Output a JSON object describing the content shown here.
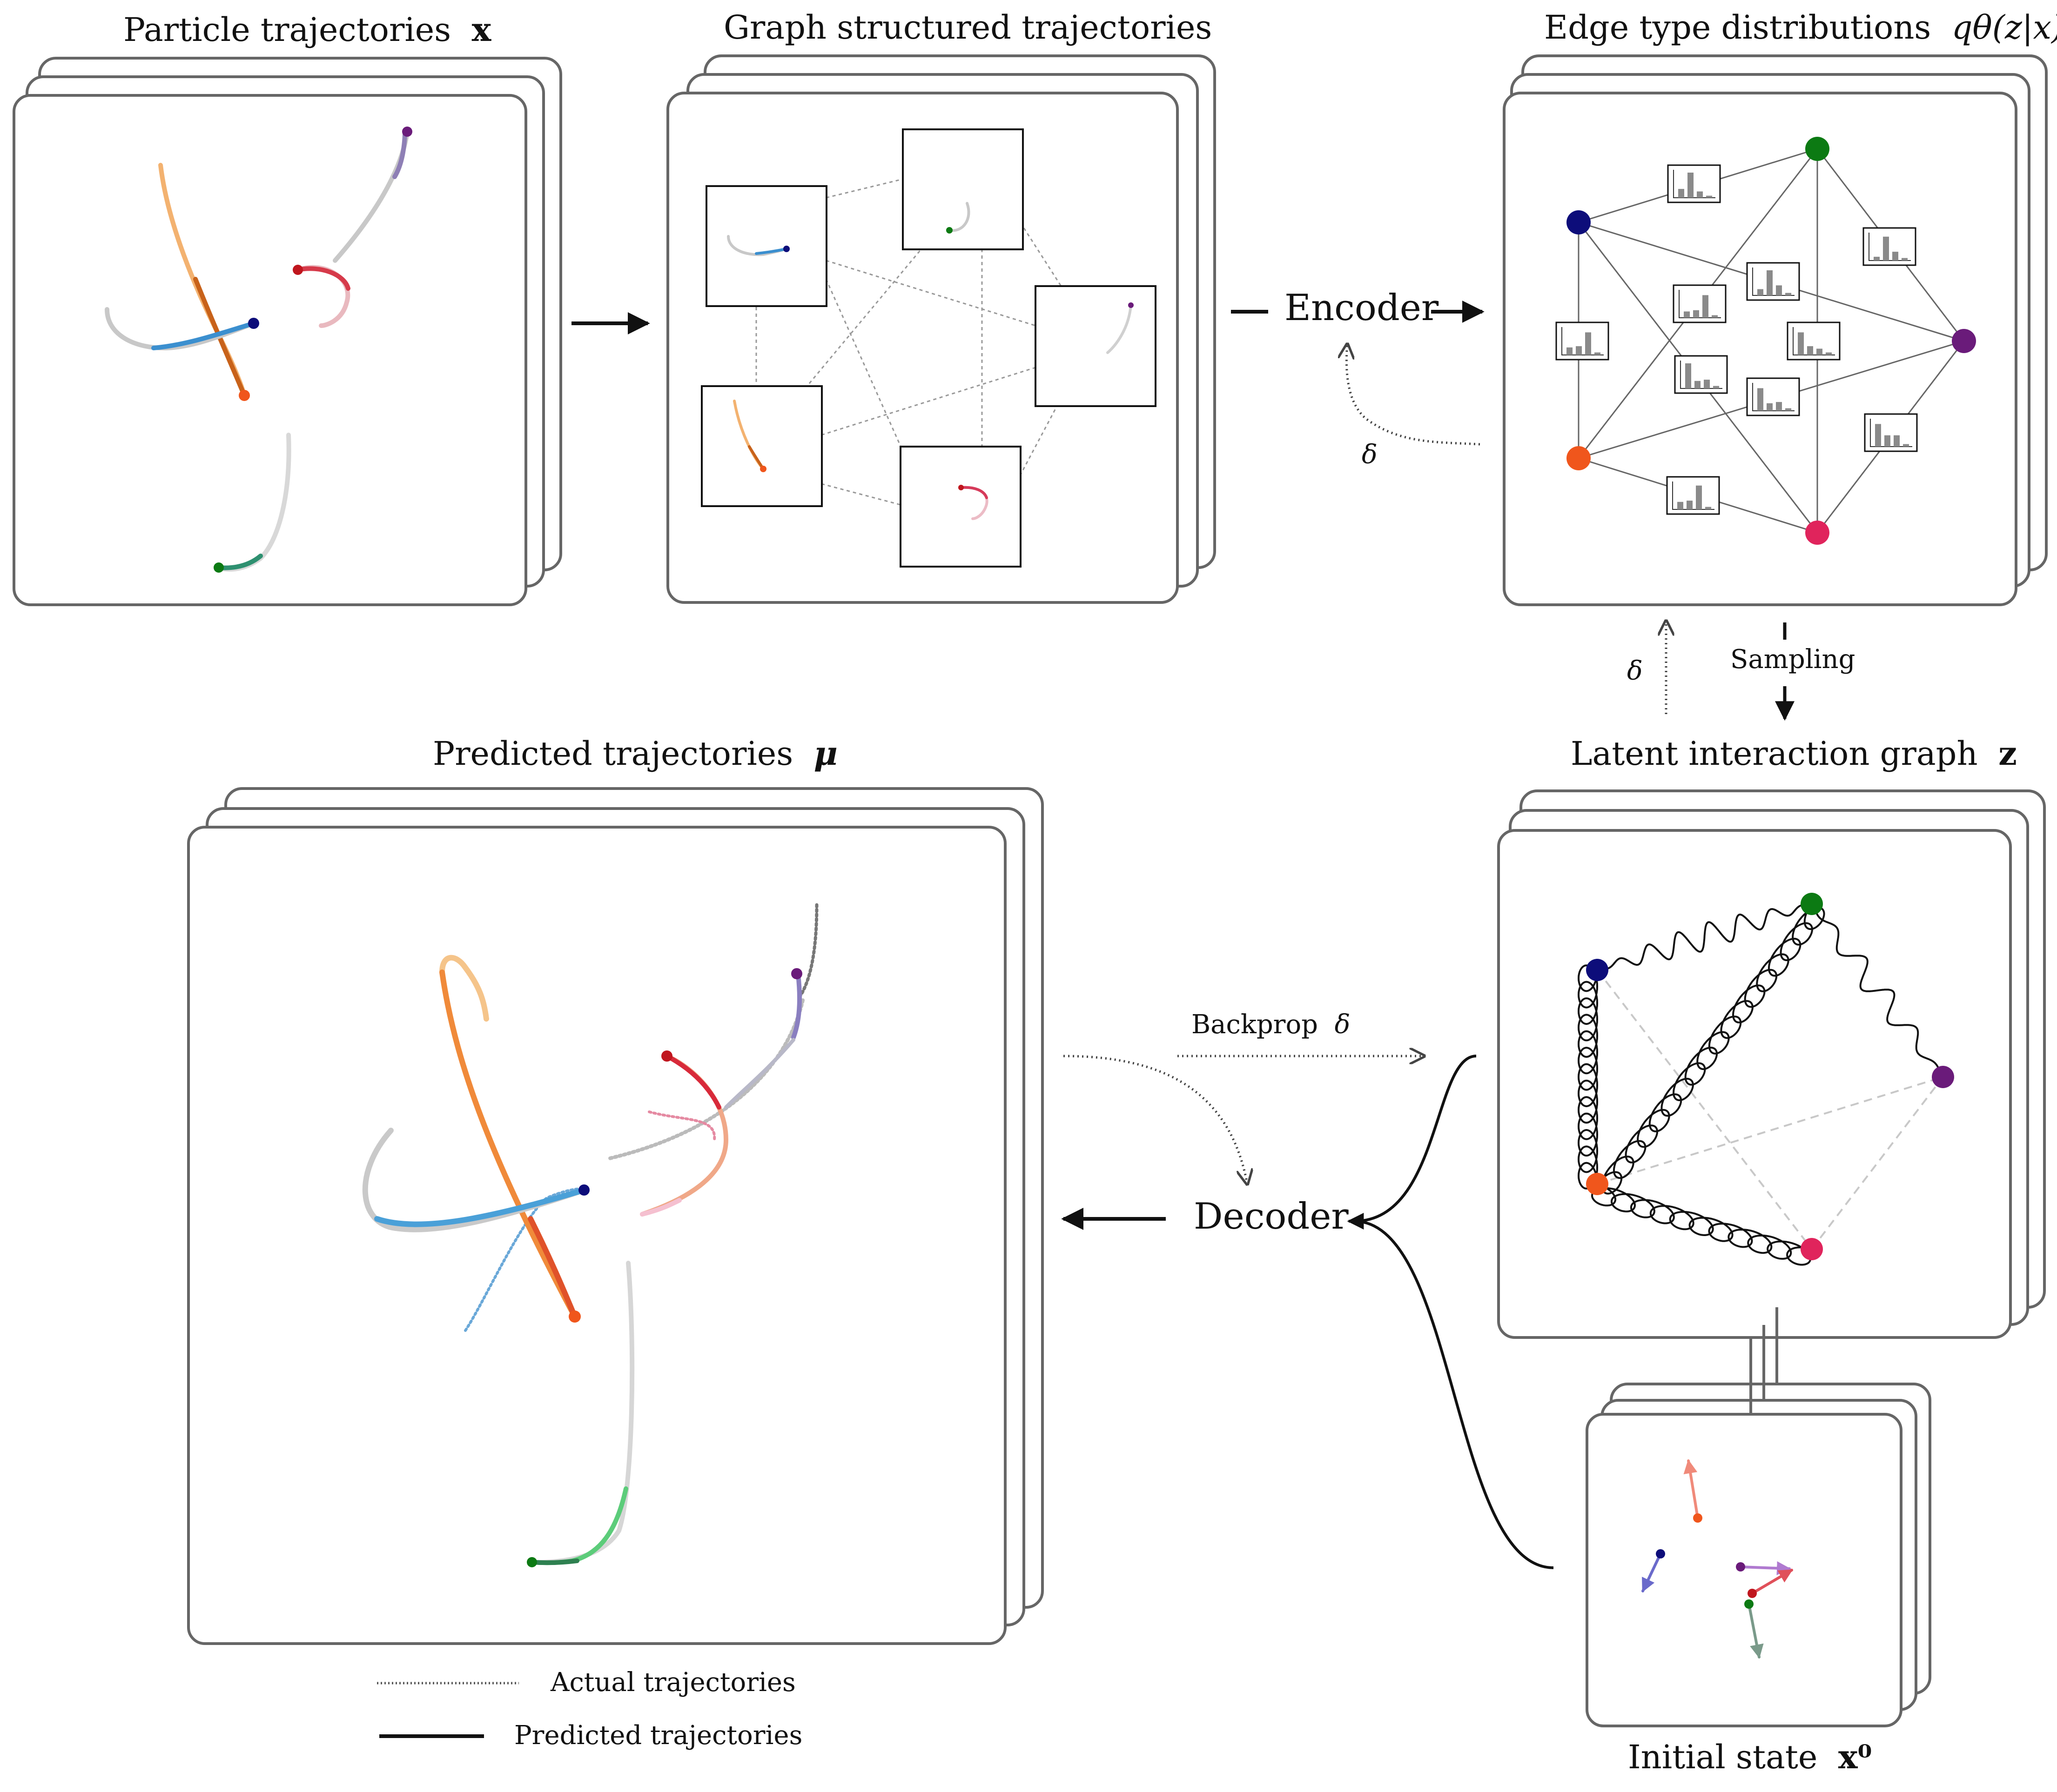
{
  "titles": {
    "particle": "Particle trajectories",
    "particle_sym": "x",
    "graph": "Graph structured trajectories",
    "edge": "Edge type distributions",
    "edge_sym": "qθ(z|x)",
    "predicted": "Predicted trajectories",
    "predicted_sym": "μ",
    "latent": "Latent interaction graph",
    "latent_sym": "z",
    "initial": "Initial state",
    "initial_sym": "x⁰"
  },
  "labels": {
    "encoder": "Encoder",
    "decoder": "Decoder",
    "sampling": "Sampling",
    "backprop": "Backprop",
    "delta": "δ"
  },
  "legend": {
    "actual": "Actual trajectories",
    "predicted": "Predicted trajectories"
  },
  "colors": {
    "navy": "#0d0d7a",
    "green": "#0c7a13",
    "purple": "#6a1b7a",
    "orange": "#f0561c",
    "pink": "#e0245c",
    "frame": "#666666"
  }
}
